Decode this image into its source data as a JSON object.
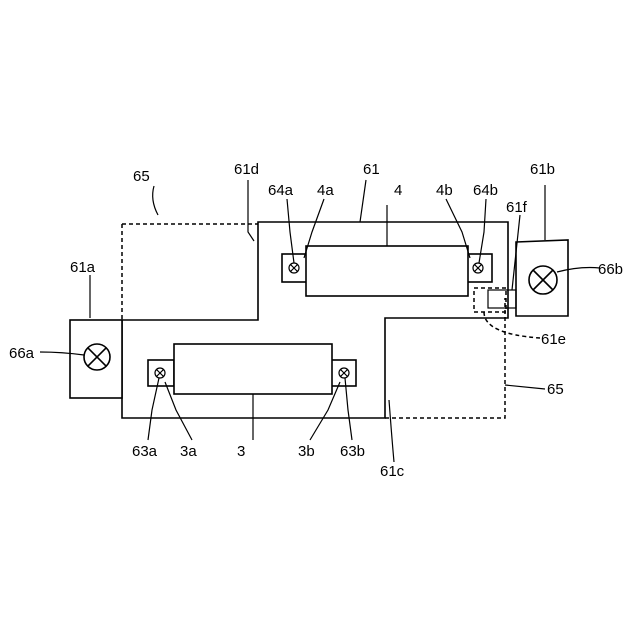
{
  "labels": {
    "l61": "61",
    "l61a": "61a",
    "l61b": "61b",
    "l61c": "61c",
    "l61d": "61d",
    "l61e": "61e",
    "l61f": "61f",
    "l65_top": "65",
    "l65_right": "65",
    "l66a": "66a",
    "l66b": "66b",
    "l64a": "64a",
    "l4a": "4a",
    "l4": "4",
    "l4b": "4b",
    "l64b": "64b",
    "l63a": "63a",
    "l3a": "3a",
    "l3": "3",
    "l3b": "3b",
    "l63b": "63b"
  }
}
